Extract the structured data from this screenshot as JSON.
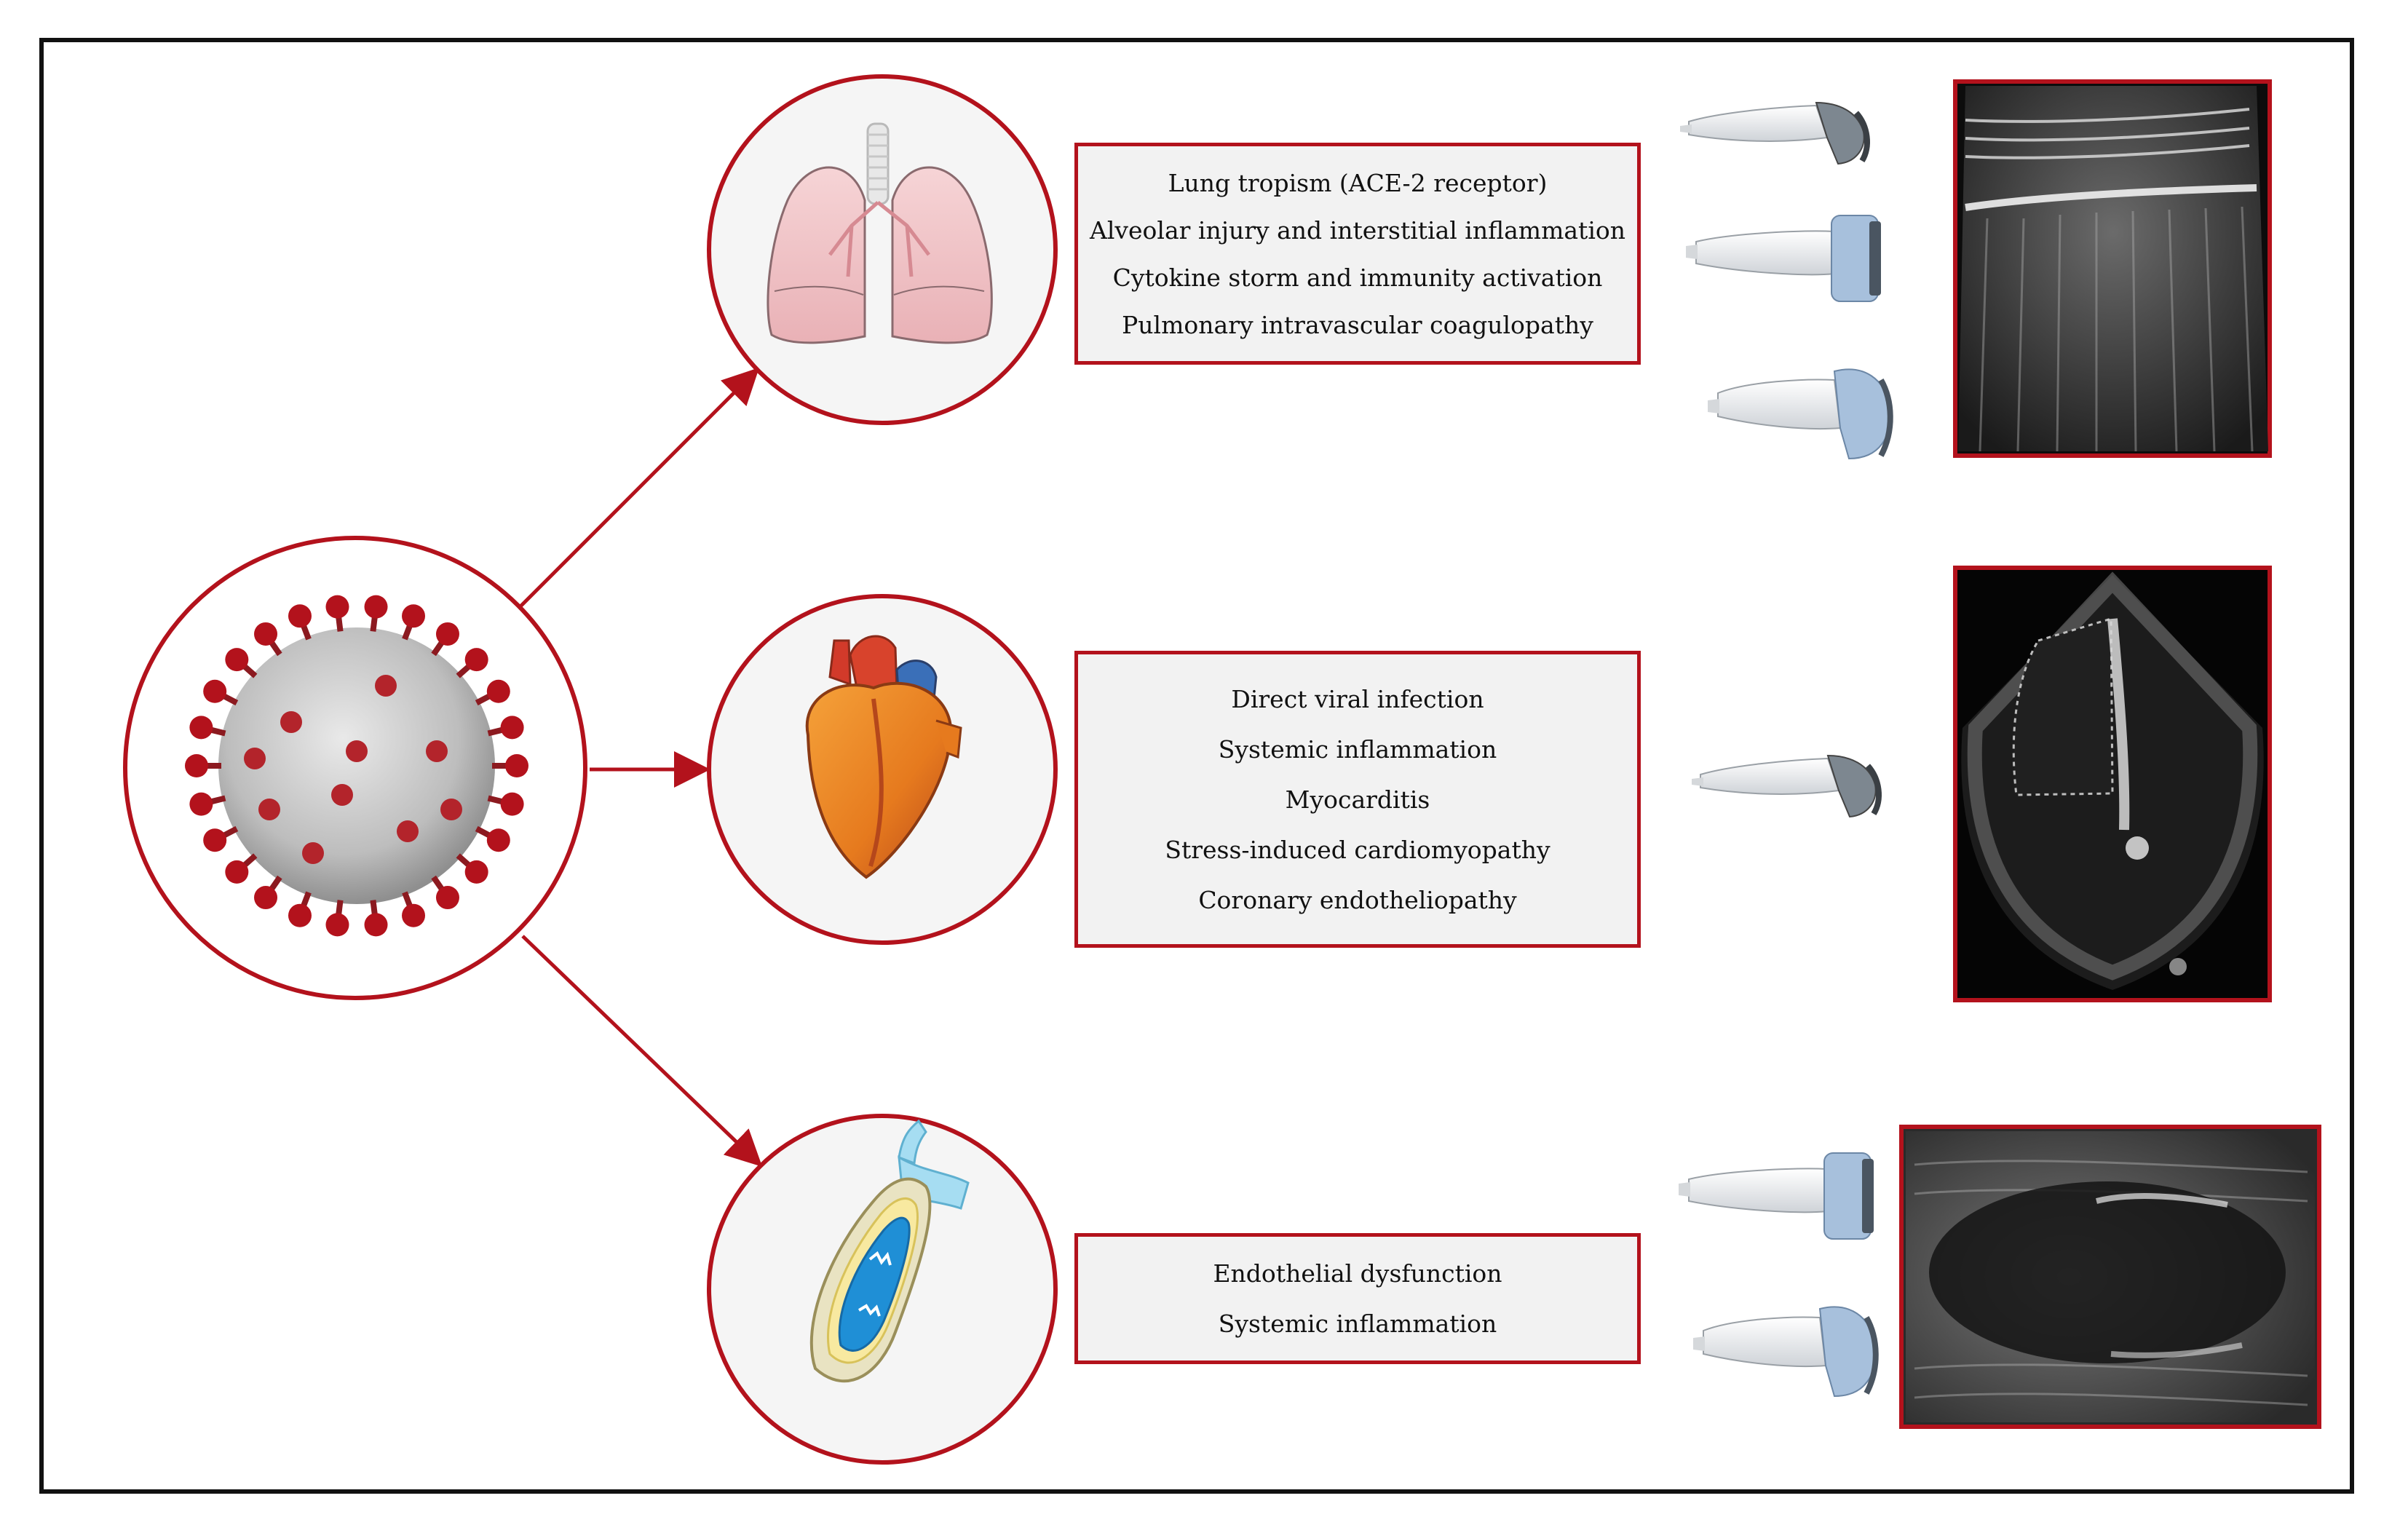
{
  "diagram": {
    "colors": {
      "accent": "#b3121c",
      "box_fill": "#f2f2f2",
      "circle_fill": "#f5f5f5",
      "frame": "#111111",
      "probe_tip": "#9fb9d6"
    },
    "source": {
      "icon": "coronavirus-icon"
    },
    "targets": [
      {
        "id": "lung",
        "icon": "lungs-icon",
        "mechanisms": [
          "Lung tropism (ACE-2 receptor)",
          "Alveolar injury and interstitial inflammation",
          "Cytokine storm and immunity activation",
          "Pulmonary intravascular coagulopathy"
        ],
        "probes": [
          "convex-probe-icon",
          "linear-probe-icon",
          "phased-array-probe-icon"
        ],
        "ultrasound": "lung-ultrasound-image"
      },
      {
        "id": "heart",
        "icon": "heart-icon",
        "mechanisms": [
          "Direct viral infection",
          "Systemic inflammation",
          "Myocarditis",
          "Stress-induced cardiomyopathy",
          "Coronary endotheliopathy"
        ],
        "probes": [
          "phased-array-probe-icon"
        ],
        "ultrasound": "echocardiogram-image"
      },
      {
        "id": "vessel",
        "icon": "blood-vessel-icon",
        "mechanisms": [
          "Endothelial dysfunction",
          "Systemic inflammation"
        ],
        "probes": [
          "linear-probe-icon",
          "convex-probe-icon"
        ],
        "ultrasound": "vascular-ultrasound-image"
      }
    ]
  }
}
